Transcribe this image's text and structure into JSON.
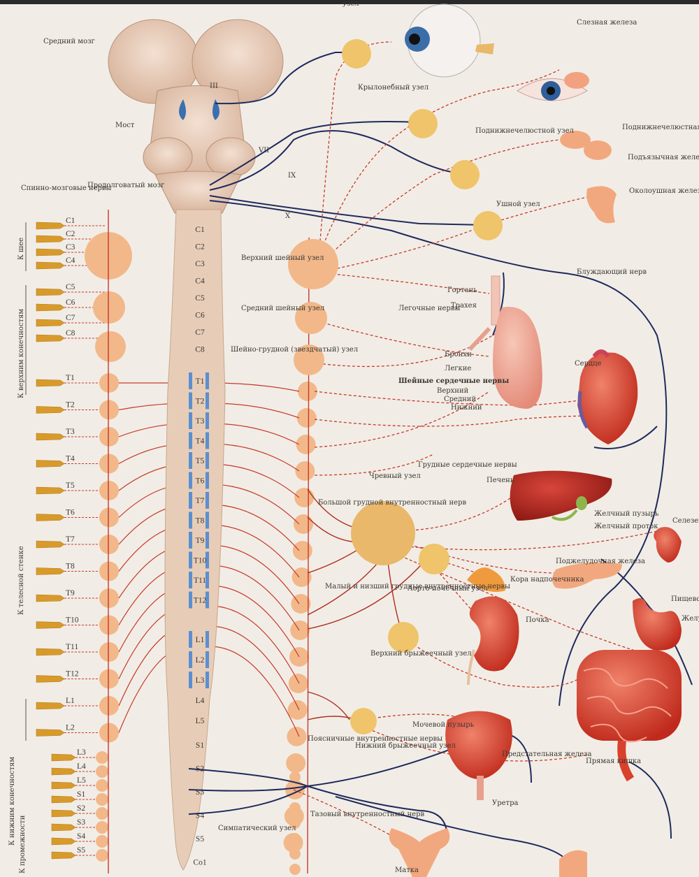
{
  "colors": {
    "paper": "#f1ede6",
    "ganglion": "#f2b88a",
    "ganglion_big": "#e9b86a",
    "parasym_ganglion": "#efc46a",
    "sympathetic": "#c8392b",
    "parasympathetic": "#1f2a5c",
    "cord": "#e7cdb8",
    "brain": "#e8cfbd",
    "organ": "#d8412c",
    "nerve_root": "#d89a2a"
  },
  "labels": {
    "top_partial": "узел",
    "midbrain": "Средний мозг",
    "pons": "Мост",
    "medulla": "Продолговатый мозг",
    "spinal_nerves": "Спинно-мозговые нервы",
    "lacrimal": "Слезная железа",
    "pterygo": "Крылонебный узел",
    "submand_ganglion": "Поднижнечелюстной узел",
    "submand_gland": "Поднижнечелюстная железа",
    "sublingual": "Подъязычная железа",
    "otic": "Ушной узел",
    "parotid": "Околоушная железа",
    "vagus": "Блуждающий нерв",
    "sup_cervical": "Верхний шейный узел",
    "mid_cervical": "Средний шейный узел",
    "stellate": "Шейно-грудной (звездчатый) узел",
    "larynx": "Гортань",
    "trachea": "Трахея",
    "lung_nerves": "Легочные нервы",
    "bronchi": "Бронхи",
    "lungs": "Легкие",
    "heart": "Сердце",
    "cervical_cardiac": "Шейные сердечные нервы",
    "upper": "Верхний",
    "middle": "Средний",
    "lower": "Нижний",
    "thoracic_cardiac": "Грудные сердечные нервы",
    "celiac": "Чревный узел",
    "greater_splanchnic": "Большой грудной внутренностный нерв",
    "liver": "Печень",
    "gallbladder": "Желчный пузырь",
    "bile_duct": "Желчный проток",
    "spleen": "Селезенка",
    "pancreas": "Поджелудочная железа",
    "adrenal": "Кора надпочечника",
    "lesser_splanchnic": "Малый и низший грудные внутренностные нервы",
    "aorticorenal": "Аорто-почечный узел",
    "kidney": "Почка",
    "sup_mesenteric": "Верхний брыжеечный узел",
    "stomach": "Желудок",
    "esophagus": "Пищевод",
    "lumbar_splanchnic": "Поясничные внутренностные нервы",
    "inf_mesenteric": "Нижний брыжеечный узел",
    "bladder": "Мочевой пузырь",
    "prostate": "Предстательная железа",
    "rectum": "Прямая кишка",
    "urethra": "Уретра",
    "pelvic_splanchnic": "Тазовый внутренностный нерв",
    "symp_ganglion": "Симпатический узел",
    "uterus": "Матка",
    "to_neck": "К шее",
    "to_upper_limbs": "К верхним конечностям",
    "to_body_wall": "К телесной стенке",
    "to_lower_limbs": "К нижним конечностям",
    "to_perineum": "К промежности",
    "cn3": "III",
    "cn7": "VII",
    "cn9": "IX",
    "cn10": "X"
  },
  "segments_left": [
    "C1",
    "C2",
    "C3",
    "C4",
    "C5",
    "C6",
    "C7",
    "C8",
    "T1",
    "T2",
    "T3",
    "T4",
    "T5",
    "T6",
    "T7",
    "T8",
    "T9",
    "T10",
    "T11",
    "T12",
    "L1",
    "L2",
    "L3",
    "L4",
    "L5",
    "S1",
    "S2",
    "S3",
    "S4",
    "S5"
  ],
  "segments_cord": [
    "C1",
    "C2",
    "C3",
    "C4",
    "C5",
    "C6",
    "C7",
    "C8",
    "T1",
    "T2",
    "T3",
    "T4",
    "T5",
    "T6",
    "T7",
    "T8",
    "T9",
    "T10",
    "T11",
    "T12",
    "L1",
    "L2",
    "L3",
    "L4",
    "L5",
    "S1",
    "S2",
    "S3",
    "S4",
    "S5",
    "Co1"
  ]
}
